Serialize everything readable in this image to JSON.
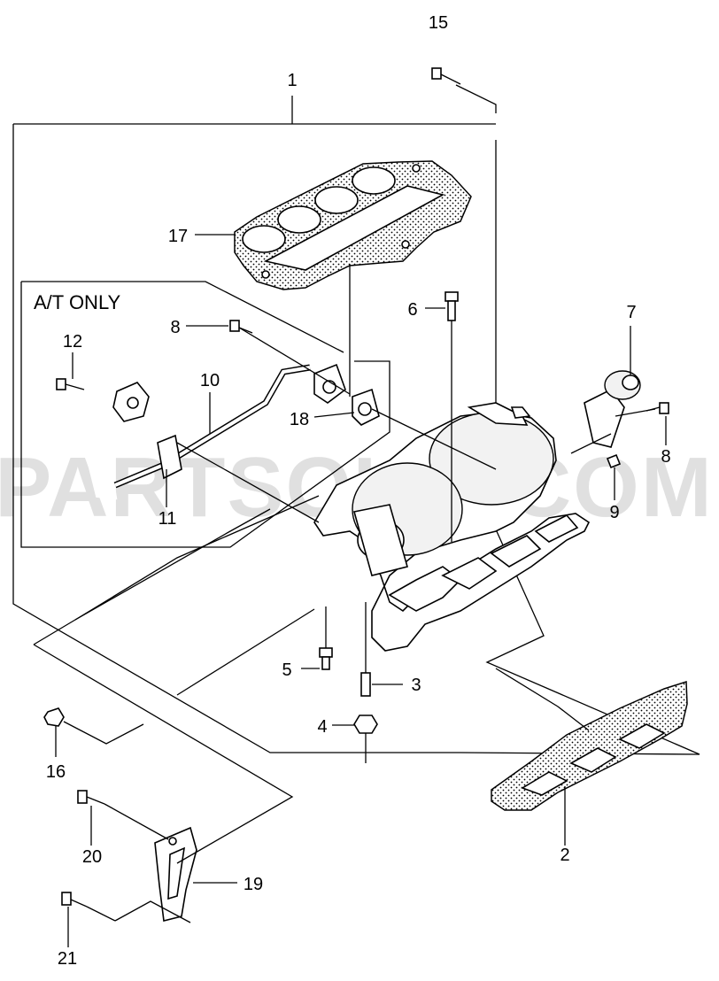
{
  "watermark": "PARTSOUQ.COM",
  "box_label": "A/T ONLY",
  "callouts": {
    "c1": "1",
    "c2": "2",
    "c3": "3",
    "c4": "4",
    "c5": "5",
    "c6": "6",
    "c7": "7",
    "c8a": "8",
    "c8b": "8",
    "c9": "9",
    "c10": "10",
    "c11": "11",
    "c12": "12",
    "c15": "15",
    "c16": "16",
    "c17": "17",
    "c18": "18",
    "c19": "19",
    "c20": "20",
    "c21": "21"
  }
}
